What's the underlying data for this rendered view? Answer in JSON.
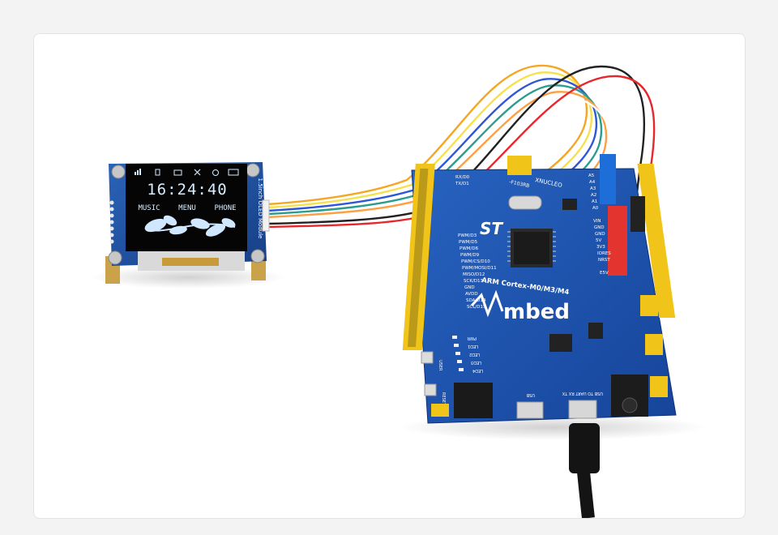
{
  "oled": {
    "time": "16:24:40",
    "menu": [
      "MUSIC",
      "MENU",
      "PHONE"
    ],
    "side_label": "1.5inch OLED Module",
    "status_icons": [
      "signal-icon",
      "bluetooth-icon",
      "mail-icon",
      "cross-icon",
      "alarm-icon",
      "battery-icon"
    ]
  },
  "board": {
    "brand_mark": "ST",
    "brand_name": "mbed",
    "cpu_label": "ARM Cortex-M0/M3/M4",
    "logo_text": "XNUCLEO",
    "model_text": "-F103RB",
    "usb_label": "USB",
    "usb_uart_label": "USB TO UART RX TX",
    "left_pins": [
      "RX/D0",
      "TX/D1",
      "PWM/D3",
      "PWM/D5",
      "PWM/D6",
      "PWM/D9",
      "PWM/CS/D10",
      "PWM/MOSI/D11",
      "MISO/D12",
      "SCK/D13",
      "GND",
      "AVDD",
      "SDA/D14",
      "SCL/D15"
    ],
    "right_pins": [
      "A5",
      "A4",
      "A3",
      "A2",
      "A1",
      "A0",
      "VIN",
      "GND",
      "GND",
      "5V",
      "3V3",
      "IORES",
      "NRST",
      "E5V"
    ],
    "leds": [
      "PWR",
      "LED1",
      "LED2",
      "LED3",
      "LED4"
    ],
    "button_label": "USER",
    "reset_label": "RESET"
  },
  "colors": {
    "board_blue": "#1c52a8",
    "oled_pcb": "#1e4f9c",
    "pin_yellow": "#f0c419",
    "header_red": "#e3342f",
    "header_blue": "#1d6ed8",
    "screen_text": "#d6ecff"
  }
}
